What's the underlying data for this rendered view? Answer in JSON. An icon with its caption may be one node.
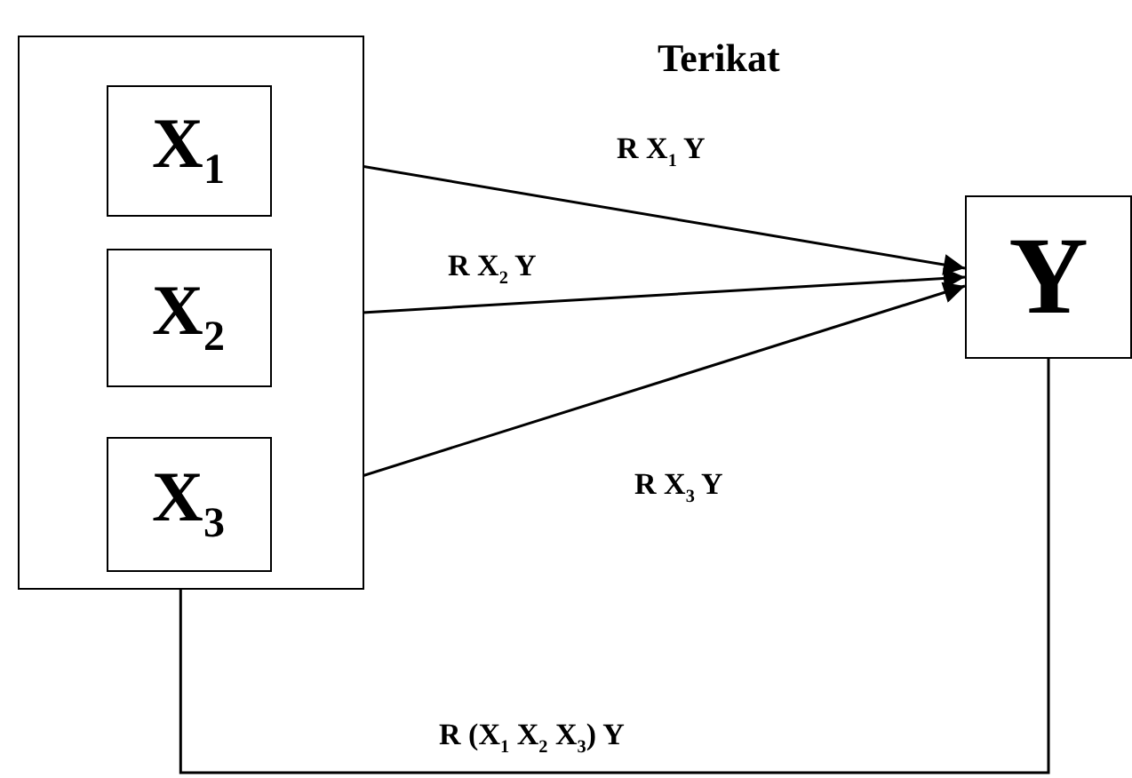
{
  "diagram": {
    "nodes": [
      {
        "text": [],
        "shape": "box"
      },
      {
        "text": [
          "X$_{1}$"
        ],
        "in": 0
      },
      {
        "text": [
          "X$_{2}$"
        ],
        "in": 0
      },
      {
        "text": [
          "X$_{3}$"
        ],
        "in": 0
      },
      {
        "text": [
          "Y"
        ]
      }
    ],
    "edges": [
      {
        "from": 1,
        "to": 4,
        "arrow": "to",
        "label": "R X$_{1}$ Y"
      },
      {
        "from": 2,
        "to": 4,
        "arrow": "to",
        "label": "R X$_{2}$ Y"
      },
      {
        "from": 3,
        "to": 4,
        "arrow": "to",
        "label": "R X$_{3}$ Y"
      },
      {
        "from": 0,
        "to": 4,
        "arrow": "none",
        "label": "R (X$_{1}$ X$_{2}$ X$_{3}$) Y"
      }
    ],
    "labels": [
      "Terikat"
    ]
  }
}
